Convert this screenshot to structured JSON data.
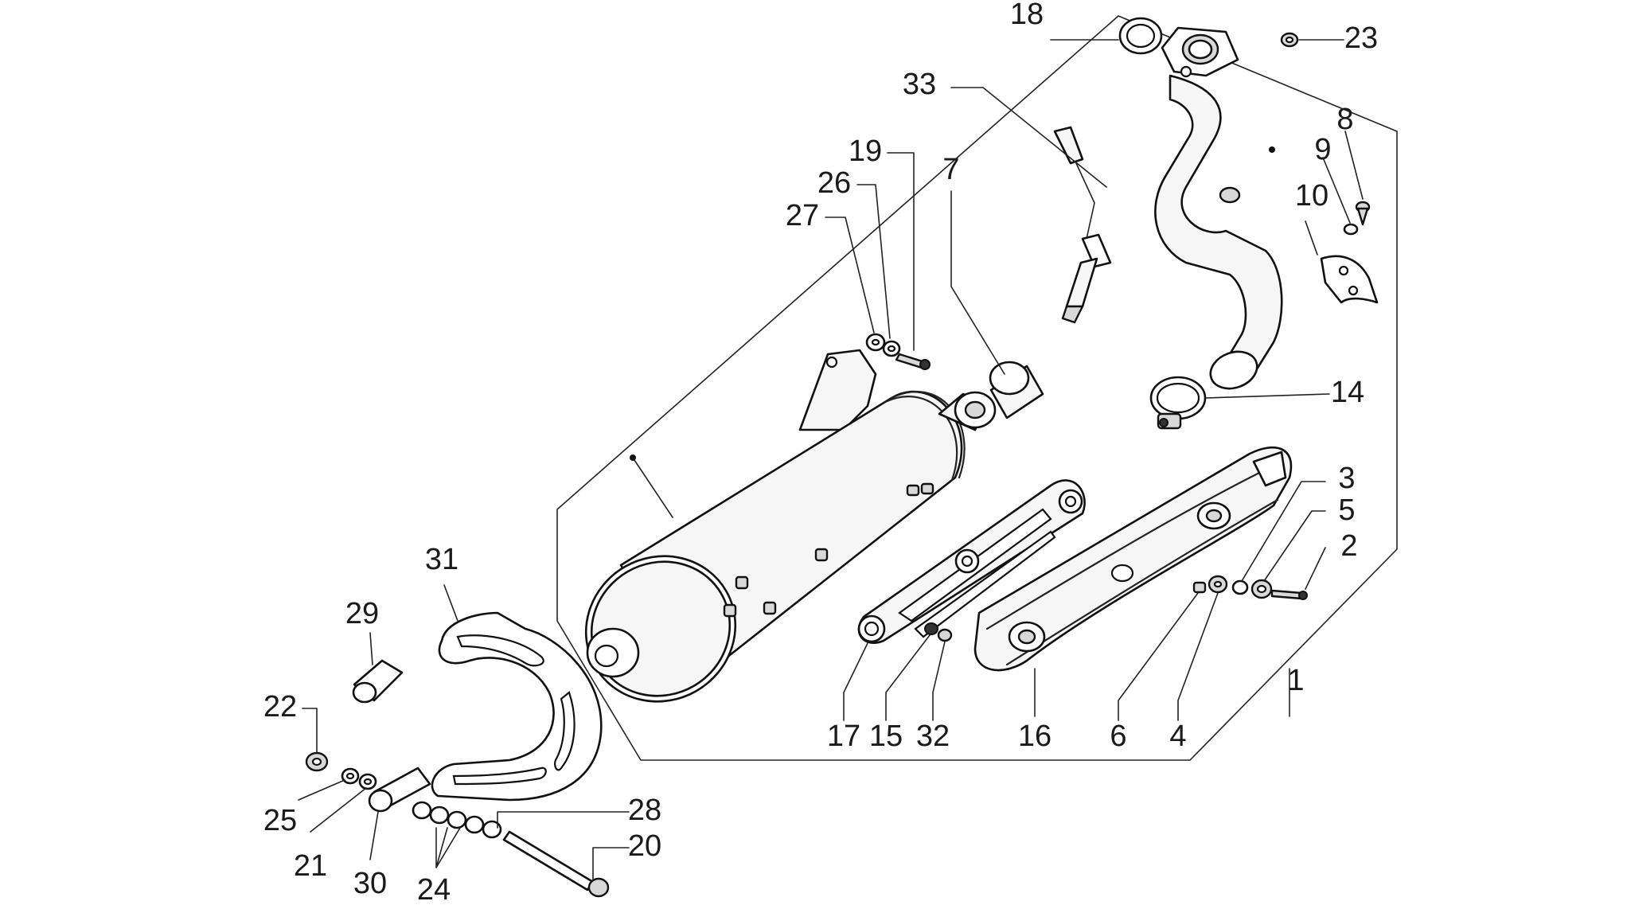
{
  "callouts": [
    {
      "label": "1"
    },
    {
      "label": "2"
    },
    {
      "label": "3"
    },
    {
      "label": "4"
    },
    {
      "label": "5"
    },
    {
      "label": "6"
    },
    {
      "label": "7"
    },
    {
      "label": "8"
    },
    {
      "label": "9"
    },
    {
      "label": "10"
    },
    {
      "label": "14"
    },
    {
      "label": "15"
    },
    {
      "label": "16"
    },
    {
      "label": "17"
    },
    {
      "label": "18"
    },
    {
      "label": "19"
    },
    {
      "label": "20"
    },
    {
      "label": "21"
    },
    {
      "label": "22"
    },
    {
      "label": "23"
    },
    {
      "label": "24"
    },
    {
      "label": "25"
    },
    {
      "label": "26"
    },
    {
      "label": "27"
    },
    {
      "label": "28"
    },
    {
      "label": "29"
    },
    {
      "label": "30"
    },
    {
      "label": "31"
    },
    {
      "label": "32"
    },
    {
      "label": "33"
    }
  ]
}
